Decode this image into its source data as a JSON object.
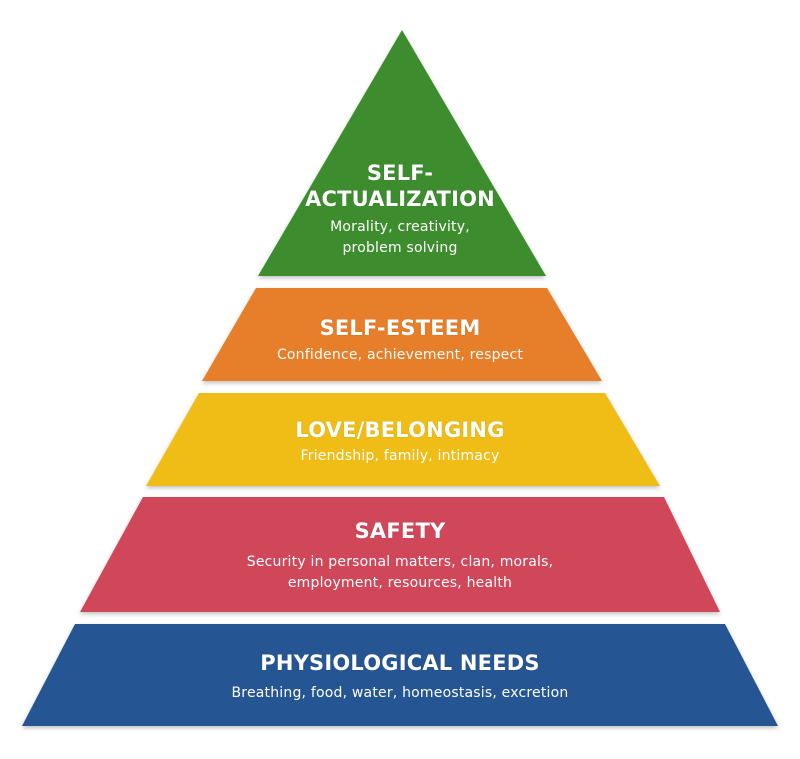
{
  "levels": [
    {
      "title": "SELF-\nACTUALIZATION",
      "title_line1": "SELF-",
      "title_line2": "ACTUALIZATION",
      "desc_line1": "Morality, creativity,",
      "desc_line2": "problem solving",
      "color": "#3e8d2e"
    },
    {
      "title": "SELF-ESTEEM",
      "desc_line1": "Confidence, achievement, respect",
      "color": "#e67e2a"
    },
    {
      "title": "LOVE/BELONGING",
      "desc_line1": "Friendship, family, intimacy",
      "color": "#f0bd17"
    },
    {
      "title": "SAFETY",
      "desc_line1": "Security in personal matters, clan, morals,",
      "desc_line2": "employment, resources, health",
      "color": "#d0465a"
    },
    {
      "title": "PHYSIOLOGICAL NEEDS",
      "desc_line1": "Breathing, food, water, homeostasis, excretion",
      "color": "#285494"
    }
  ]
}
